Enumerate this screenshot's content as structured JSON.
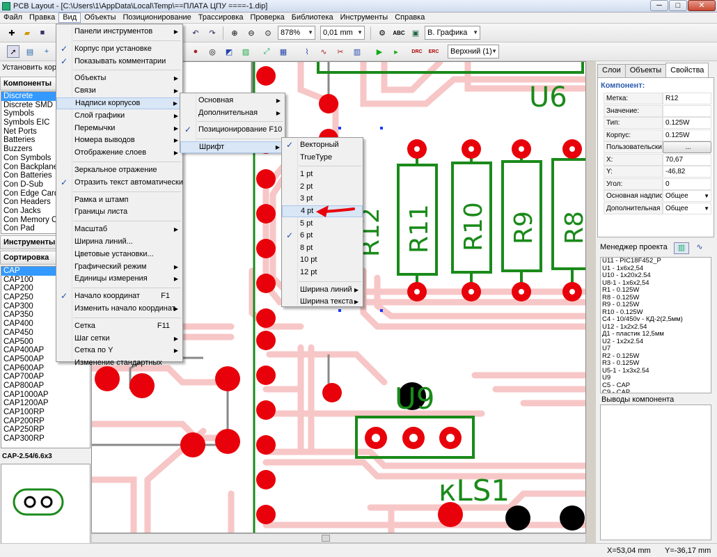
{
  "window": {
    "title": "PCB Layout - [C:\\Users\\1\\AppData\\Local\\Temp\\==ПЛАТА ЦПУ ====-1.dip]"
  },
  "menubar": [
    "Файл",
    "Правка",
    "Вид",
    "Объекты",
    "Позиционирование",
    "Трассировка",
    "Проверка",
    "Библиотека",
    "Инструменты",
    "Справка"
  ],
  "toolbar1": {
    "zoom": "878%",
    "grid": "0,01 mm",
    "view_mode": "В. Графика"
  },
  "toolbar2": {
    "layer": "Верхний (1)"
  },
  "left_panel": {
    "install_label": "Установить корпус",
    "components_header": "Компоненты",
    "components": [
      "Discrete",
      "Discrete SMD",
      "Symbols",
      "Symbols EIC",
      "Net Ports",
      "Batteries",
      "Buzzers",
      "Con Symbols",
      "Con Backplane",
      "Con Batteries",
      "Con D-Sub",
      "Con Edge Card",
      "Con Headers",
      "Con Jacks",
      "Con Memory C",
      "Con Pad"
    ],
    "tools_header": "Инструменты",
    "sort_header": "Сортировка",
    "packages": [
      "CAP",
      "CAP100",
      "CAP200",
      "CAP250",
      "CAP300",
      "CAP350",
      "CAP400",
      "CAP450",
      "CAP500",
      "CAP400AP",
      "CAP500AP",
      "CAP600AP",
      "CAP700AP",
      "CAP800AP",
      "CAP1000AP",
      "CAP1200AP",
      "CAP100RP",
      "CAP200RP",
      "CAP250RP",
      "CAP300RP"
    ],
    "preview_label": "CAP-2.54/6.6x3"
  },
  "view_menu": [
    {
      "label": "Панели инструментов",
      "sub": true
    },
    {
      "sep": true
    },
    {
      "label": "Корпус при установке",
      "checked": true
    },
    {
      "label": "Показывать комментарии",
      "checked": true
    },
    {
      "sep": true
    },
    {
      "label": "Объекты",
      "sub": true
    },
    {
      "label": "Связи",
      "sub": true
    },
    {
      "label": "Надписи корпусов",
      "sub": true,
      "hl": true
    },
    {
      "label": "Слой графики",
      "sub": true
    },
    {
      "label": "Перемычки",
      "sub": true
    },
    {
      "label": "Номера выводов",
      "sub": true
    },
    {
      "label": "Отображение слоев",
      "sub": true
    },
    {
      "sep": true
    },
    {
      "label": "Зеркальное отражение"
    },
    {
      "label": "Отразить текст автоматически",
      "checked": true
    },
    {
      "sep": true
    },
    {
      "label": "Рамка и штамп"
    },
    {
      "label": "Границы листа"
    },
    {
      "sep": true
    },
    {
      "label": "Масштаб",
      "sub": true
    },
    {
      "label": "Ширина линий..."
    },
    {
      "label": "Цветовые установки..."
    },
    {
      "label": "Графический режим",
      "sub": true
    },
    {
      "label": "Единицы измерения",
      "sub": true
    },
    {
      "sep": true
    },
    {
      "label": "Начало координат",
      "checked": true,
      "shortcut": "F1"
    },
    {
      "label": "Изменить начало координат",
      "sub": true
    },
    {
      "sep": true
    },
    {
      "label": "Сетка",
      "shortcut": "F11"
    },
    {
      "label": "Шаг сетки",
      "sub": true
    },
    {
      "label": "Сетка по Y",
      "sub": true
    },
    {
      "label": "Изменение стандартных"
    }
  ],
  "labels_menu": [
    {
      "label": "Основная",
      "sub": true
    },
    {
      "label": "Дополнительная",
      "sub": true
    },
    {
      "sep": true
    },
    {
      "label": "Позиционирование F10",
      "checked": true
    },
    {
      "sep": true
    },
    {
      "label": "Шрифт",
      "sub": true,
      "hl": true
    }
  ],
  "font_menu": [
    {
      "label": "Векторный",
      "checked": true
    },
    {
      "label": "TrueType"
    },
    {
      "sep": true
    },
    {
      "label": "1 pt"
    },
    {
      "label": "2 pt"
    },
    {
      "label": "3 pt"
    },
    {
      "label": "4 pt",
      "hl": true
    },
    {
      "label": "5 pt"
    },
    {
      "label": "6 pt",
      "checked": true
    },
    {
      "label": "8 pt"
    },
    {
      "label": "10 pt"
    },
    {
      "label": "12 pt"
    },
    {
      "sep": true
    },
    {
      "label": "Ширина линий",
      "sub": true
    },
    {
      "label": "Ширина текста",
      "sub": true
    }
  ],
  "right_panel": {
    "tabs": [
      "Слои",
      "Объекты",
      "Свойства"
    ],
    "component_label": "Компонент:",
    "props": [
      {
        "k": "Метка:",
        "v": "R12"
      },
      {
        "k": "Значение:",
        "v": ""
      },
      {
        "k": "Тип:",
        "v": "0.125W"
      },
      {
        "k": "Корпус:",
        "v": "0.125W"
      },
      {
        "k": "Пользовательский:",
        "v": "...",
        "btn": true
      },
      {
        "k": "X:",
        "v": "70,67"
      },
      {
        "k": "Y:",
        "v": "-46,82"
      },
      {
        "k": "Угол:",
        "v": "0"
      },
      {
        "k": "Основная надпись:",
        "v": "Общее",
        "combo": true
      },
      {
        "k": "Дополнительная надпись:",
        "v": "Общее",
        "combo": true
      }
    ],
    "project_manager": "Менеджер проекта",
    "project_items": [
      "U11 - PIC18F452_P",
      "U1 - 1x6x2,54",
      "U10 - 1x20x2.54",
      "U8-1 - 1x6x2,54",
      "R1 - 0.125W",
      "R8 - 0.125W",
      "R9 - 0.125W",
      "R10 - 0.125W",
      "C4 - 10/450v - КД-2(2,5мм)",
      "U12 - 1x2x2.54",
      "Д1 - пластик 12,5мм",
      "U2 - 1x2x2.54",
      "U7",
      "R2 - 0.125W",
      "R3 - 0.125W",
      "U5-1 - 1x3x2.54",
      "U9",
      "C5 - CAP",
      "C9 - CAP"
    ],
    "pins_label": "Выводы компонента"
  },
  "canvas": {
    "labels": [
      "U6",
      "R11",
      "R10",
      "R9",
      "R8",
      "R12",
      "U9",
      "кLS1"
    ]
  },
  "status": {
    "x": "X=53,04 mm",
    "y": "Y=-36,17 mm"
  }
}
